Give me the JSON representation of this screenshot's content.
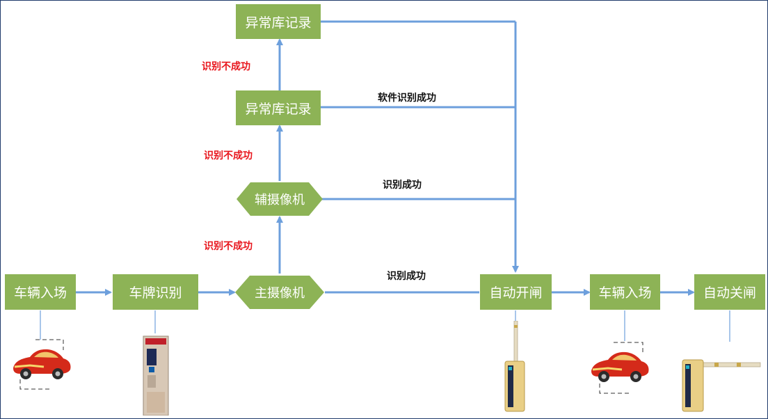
{
  "nodes": {
    "anomaly_record_top": "异常库记录",
    "anomaly_record_mid": "异常库记录",
    "aux_camera": "辅摄像机",
    "main_camera": "主摄像机",
    "vehicle_entry_1": "车辆入场",
    "plate_recognition": "车牌识别",
    "auto_open_gate": "自动开闸",
    "vehicle_entry_2": "车辆入场",
    "auto_close_gate": "自动关闸"
  },
  "edge_labels": {
    "fail_top": "识别不成功",
    "fail_mid": "识别不成功",
    "fail_low": "识别不成功",
    "software_success": "软件识别成功",
    "aux_success": "识别成功",
    "main_success": "识别成功"
  },
  "colors": {
    "node_fill": "#8db356",
    "arrow": "#6d9fdc",
    "fail_text": "#e8141b",
    "border": "#1f3a6b"
  },
  "icons": [
    "car-icon",
    "ticket-machine-icon",
    "barrier-gate-open-icon",
    "car-icon",
    "barrier-gate-closed-icon"
  ]
}
